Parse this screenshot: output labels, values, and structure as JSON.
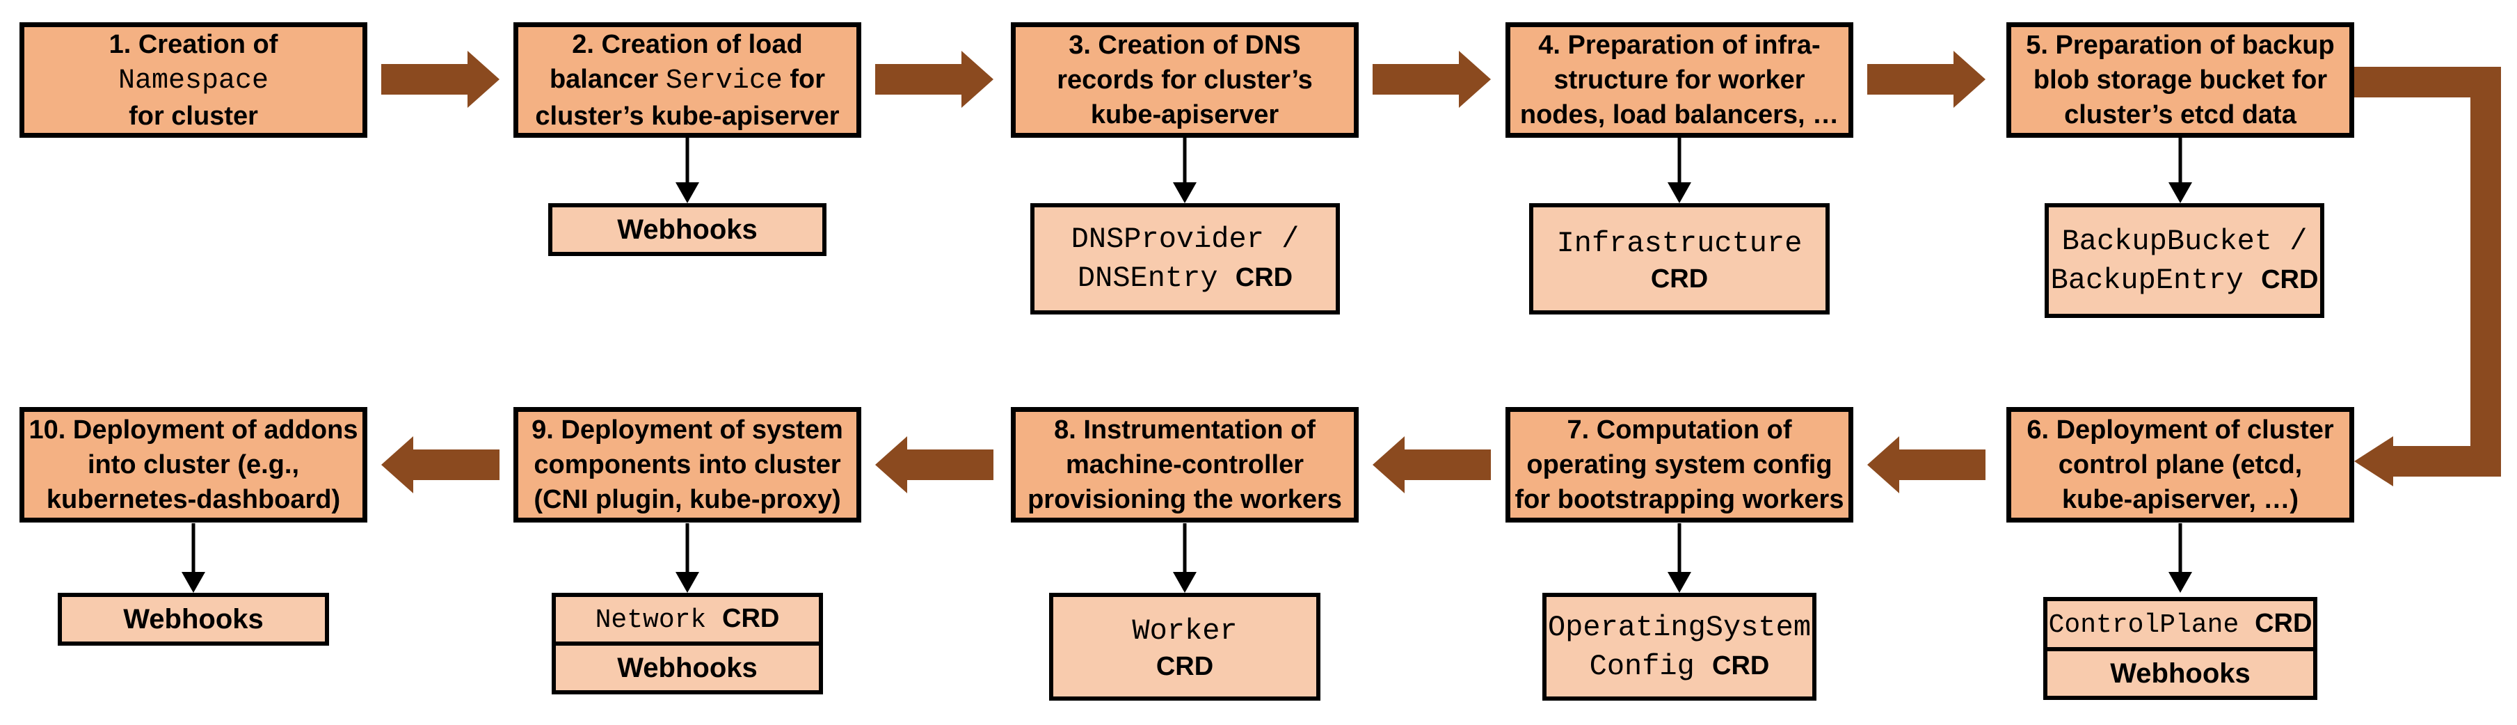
{
  "palette": {
    "main_box_fill": "#F4B183",
    "sub_box_fill": "#F8CBAD",
    "arrow_brown": "#8B4A1F",
    "border": "#000000",
    "background": "#FFFFFF"
  },
  "steps": [
    {
      "id": 1,
      "lines": [
        [
          {
            "t": "1. Creation of",
            "f": "sans"
          }
        ],
        [
          {
            "t": "Namespace",
            "f": "mono"
          }
        ],
        [
          {
            "t": "for cluster",
            "f": "sans"
          }
        ]
      ]
    },
    {
      "id": 2,
      "lines": [
        [
          {
            "t": "2. Creation of load",
            "f": "sans"
          }
        ],
        [
          {
            "t": "balancer ",
            "f": "sans"
          },
          {
            "t": "Service",
            "f": "mono"
          },
          {
            "t": " for",
            "f": "sans"
          }
        ],
        [
          {
            "t": "cluster’s kube-apiserver",
            "f": "sans"
          }
        ]
      ],
      "sub": {
        "rows": [
          {
            "lines": [
              [
                {
                  "t": "Webhooks",
                  "f": "sans"
                }
              ]
            ]
          }
        ]
      }
    },
    {
      "id": 3,
      "lines": [
        [
          {
            "t": "3. Creation of DNS",
            "f": "sans"
          }
        ],
        [
          {
            "t": "records for cluster’s",
            "f": "sans"
          }
        ],
        [
          {
            "t": "kube-apiserver",
            "f": "sans"
          }
        ]
      ],
      "sub": {
        "rows": [
          {
            "lines": [
              [
                {
                  "t": "DNSProvider /",
                  "f": "mono"
                }
              ],
              [
                {
                  "t": "DNSEntry ",
                  "f": "mono"
                },
                {
                  "t": "CRD",
                  "f": "crd"
                }
              ]
            ]
          }
        ]
      }
    },
    {
      "id": 4,
      "lines": [
        [
          {
            "t": "4. Preparation of infra-",
            "f": "sans"
          }
        ],
        [
          {
            "t": "structure for worker",
            "f": "sans"
          }
        ],
        [
          {
            "t": "nodes, load balancers, …",
            "f": "sans"
          }
        ]
      ],
      "sub": {
        "rows": [
          {
            "lines": [
              [
                {
                  "t": "Infrastructure",
                  "f": "mono"
                }
              ],
              [
                {
                  "t": "CRD",
                  "f": "crd"
                }
              ]
            ]
          }
        ]
      }
    },
    {
      "id": 5,
      "lines": [
        [
          {
            "t": "5. Preparation of backup",
            "f": "sans"
          }
        ],
        [
          {
            "t": "blob storage bucket for",
            "f": "sans"
          }
        ],
        [
          {
            "t": "cluster’s etcd data",
            "f": "sans"
          }
        ]
      ],
      "sub": {
        "rows": [
          {
            "lines": [
              [
                {
                  "t": "BackupBucket /",
                  "f": "mono"
                }
              ],
              [
                {
                  "t": "BackupEntry ",
                  "f": "mono"
                },
                {
                  "t": "CRD",
                  "f": "crd"
                }
              ]
            ]
          }
        ]
      }
    },
    {
      "id": 6,
      "lines": [
        [
          {
            "t": "6. Deployment of cluster",
            "f": "sans"
          }
        ],
        [
          {
            "t": "control plane (etcd,",
            "f": "sans"
          }
        ],
        [
          {
            "t": "kube-apiserver, …)",
            "f": "sans"
          }
        ]
      ],
      "sub": {
        "rows": [
          {
            "lines": [
              [
                {
                  "t": "ControlPlane ",
                  "f": "mono"
                },
                {
                  "t": "CRD",
                  "f": "crd"
                }
              ]
            ]
          },
          {
            "lines": [
              [
                {
                  "t": "Webhooks",
                  "f": "sans"
                }
              ]
            ]
          }
        ]
      }
    },
    {
      "id": 7,
      "lines": [
        [
          {
            "t": "7. Computation of",
            "f": "sans"
          }
        ],
        [
          {
            "t": "operating system config",
            "f": "sans"
          }
        ],
        [
          {
            "t": "for bootstrapping workers",
            "f": "sans"
          }
        ]
      ],
      "sub": {
        "rows": [
          {
            "lines": [
              [
                {
                  "t": "OperatingSystem",
                  "f": "mono"
                }
              ],
              [
                {
                  "t": "Config ",
                  "f": "mono"
                },
                {
                  "t": "CRD",
                  "f": "crd"
                }
              ]
            ]
          }
        ]
      }
    },
    {
      "id": 8,
      "lines": [
        [
          {
            "t": "8. Instrumentation of",
            "f": "sans"
          }
        ],
        [
          {
            "t": "machine-controller",
            "f": "sans"
          }
        ],
        [
          {
            "t": "provisioning the workers",
            "f": "sans"
          }
        ]
      ],
      "sub": {
        "rows": [
          {
            "lines": [
              [
                {
                  "t": "Worker",
                  "f": "mono"
                }
              ],
              [
                {
                  "t": "CRD",
                  "f": "crd"
                }
              ]
            ]
          }
        ]
      }
    },
    {
      "id": 9,
      "lines": [
        [
          {
            "t": "9. Deployment of system",
            "f": "sans"
          }
        ],
        [
          {
            "t": "components into cluster",
            "f": "sans"
          }
        ],
        [
          {
            "t": "(CNI plugin, kube-proxy)",
            "f": "sans"
          }
        ]
      ],
      "sub": {
        "rows": [
          {
            "lines": [
              [
                {
                  "t": "Network ",
                  "f": "mono"
                },
                {
                  "t": "CRD",
                  "f": "crd"
                }
              ]
            ]
          },
          {
            "lines": [
              [
                {
                  "t": "Webhooks",
                  "f": "sans"
                }
              ]
            ]
          }
        ]
      }
    },
    {
      "id": 10,
      "lines": [
        [
          {
            "t": "10. Deployment of addons",
            "f": "sans"
          }
        ],
        [
          {
            "t": "into cluster (e.g.,",
            "f": "sans"
          }
        ],
        [
          {
            "t": "kubernetes-dashboard)",
            "f": "sans"
          }
        ]
      ],
      "sub": {
        "rows": [
          {
            "lines": [
              [
                {
                  "t": "Webhooks",
                  "f": "sans"
                }
              ]
            ]
          }
        ]
      }
    }
  ]
}
